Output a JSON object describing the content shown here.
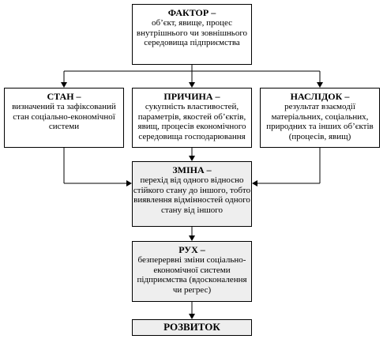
{
  "factor": {
    "title": "ФАКТОР –",
    "desc": "об’єкт, явище, процес внутрішнього чи зовнішнього середовища підприємства"
  },
  "state": {
    "title": "СТАН –",
    "desc": "визначений та зафіксований стан соціально-економічної системи"
  },
  "cause": {
    "title": "ПРИЧИНА –",
    "desc": "сукупність властивостей, параметрів, якостей об’єктів, явищ, процесів економічного середовища господарювання"
  },
  "consequence": {
    "title": "НАСЛІДОК –",
    "desc": "результат взаємодії матеріальних, соціальних, природних та інших об’єктів (процесів, явищ)"
  },
  "change": {
    "title": "ЗМІНА –",
    "desc": "перехід від одного відносно стійкого стану до іншого, тобто виявлення відмінностей одного стану від іншого"
  },
  "movement": {
    "title": "РУХ –",
    "desc": "безперервні зміни соціально-економічної системи підприємства (вдосконалення чи регрес)"
  },
  "development": {
    "title": "РОЗВИТОК"
  }
}
